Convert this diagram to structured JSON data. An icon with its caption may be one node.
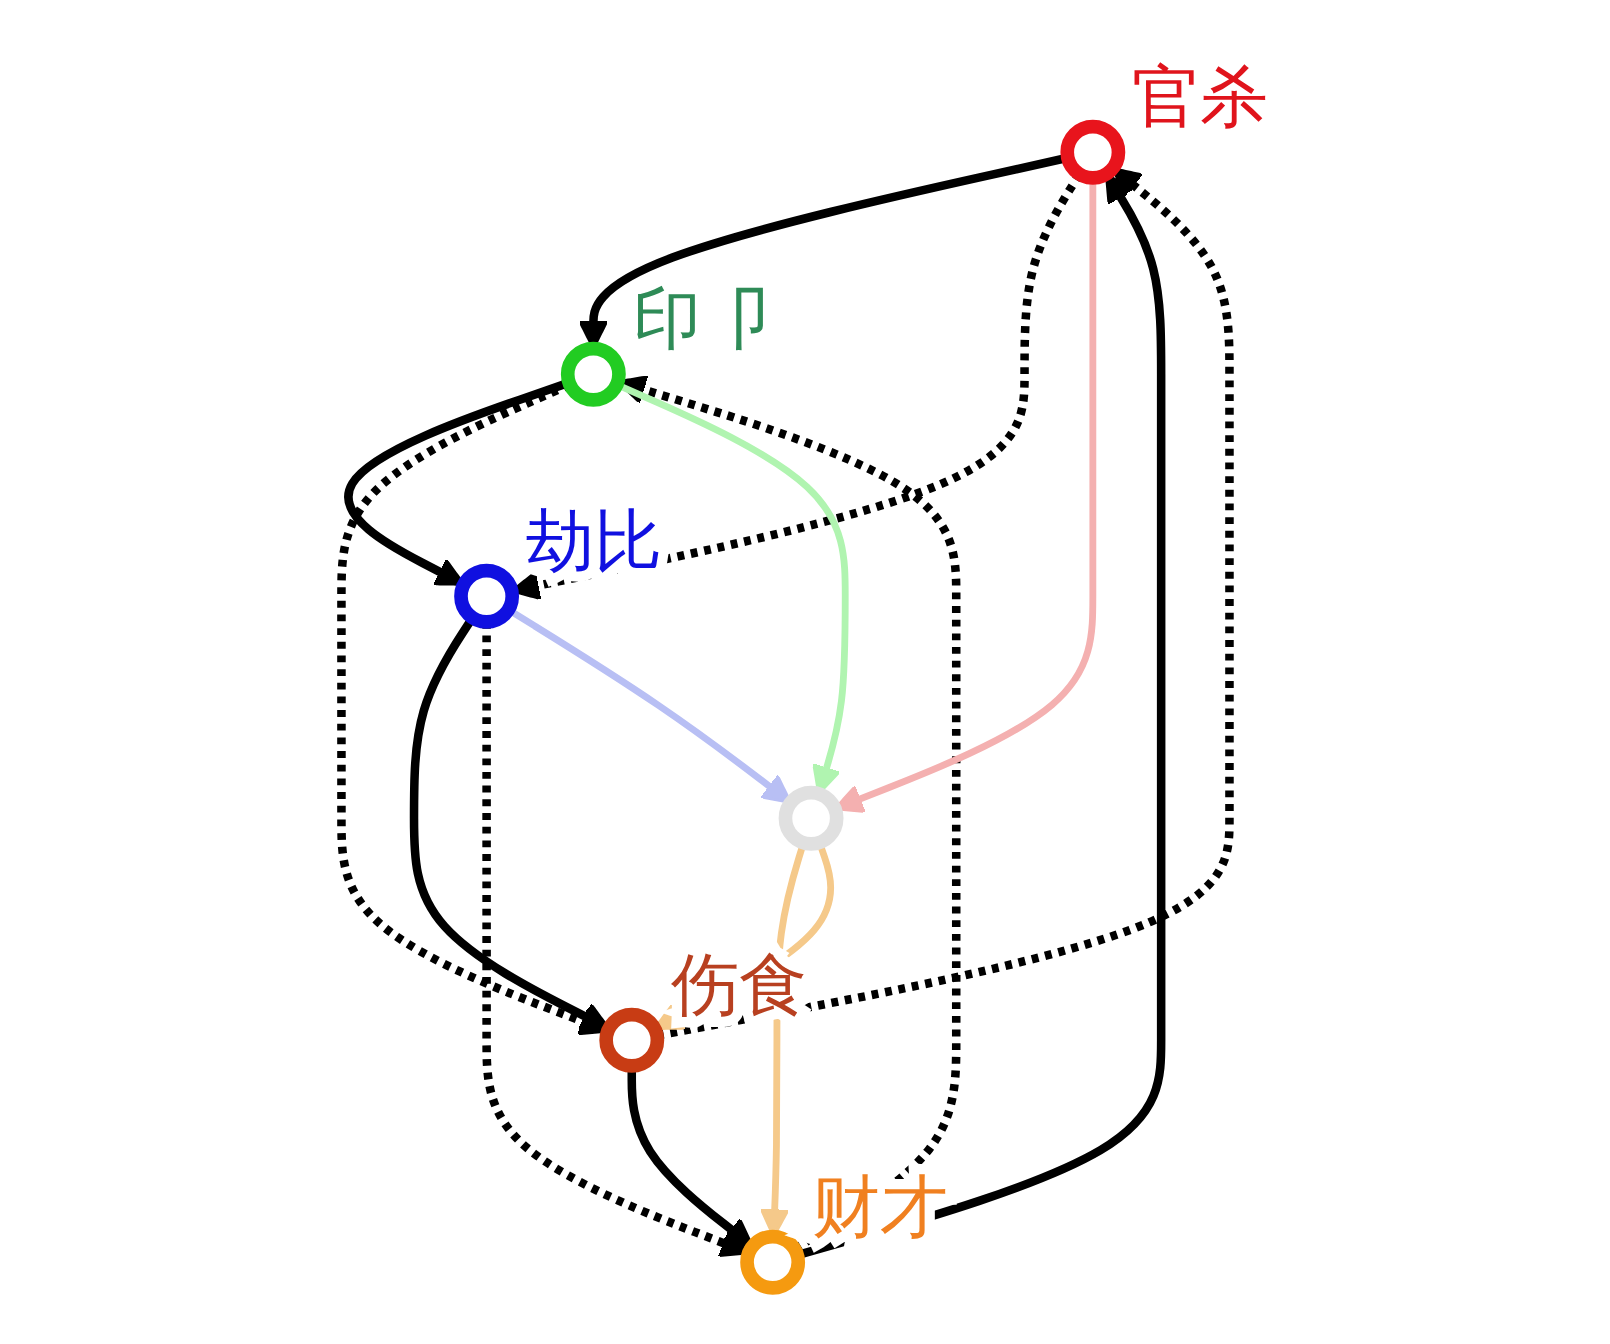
{
  "diagram": {
    "nodes": [
      {
        "text": [],
        "shape": "circle",
        "beside": [
          "官杀"
        ]
      },
      {
        "text": [],
        "shape": "circle",
        "beside": [
          "印卩"
        ]
      },
      {
        "text": [],
        "shape": "circle",
        "beside": [
          "劫比"
        ]
      },
      {
        "text": [],
        "shape": "circle",
        "beside": [
          "伤食"
        ]
      },
      {
        "text": [],
        "shape": "circle",
        "beside": [
          "财才"
        ]
      },
      {
        "text": [],
        "shape": "circle"
      }
    ],
    "edges": [
      {
        "from": 0,
        "to": 1,
        "arrow": "to"
      },
      {
        "from": 1,
        "to": 2,
        "arrow": "to"
      },
      {
        "from": 2,
        "to": 3,
        "arrow": "to"
      },
      {
        "from": 3,
        "to": 4,
        "arrow": "to"
      },
      {
        "from": 4,
        "to": 0,
        "arrow": "to"
      },
      {
        "from": 0,
        "to": 2,
        "arrow": "to",
        "style": "dashed"
      },
      {
        "from": 4,
        "to": 1,
        "arrow": "to",
        "style": "dashed"
      },
      {
        "from": 2,
        "to": 4,
        "arrow": "to",
        "style": "dashed"
      },
      {
        "from": 3,
        "to": 0,
        "arrow": "to",
        "style": "dashed"
      },
      {
        "from": 1,
        "to": 3,
        "arrow": "to",
        "style": "dashed"
      },
      {
        "from": 0,
        "to": 5,
        "arrow": "to",
        "color": "#f4b0b0"
      },
      {
        "from": 1,
        "to": 5,
        "arrow": "to",
        "color": "#b0f4b0"
      },
      {
        "from": 2,
        "to": 5,
        "arrow": "to",
        "color": "#b8bff4"
      },
      {
        "from": 5,
        "to": 4,
        "arrow": "to",
        "color": "#f5c98a"
      },
      {
        "from": 5,
        "to": 3,
        "arrow": "to",
        "color": "#f5c98a"
      }
    ]
  }
}
